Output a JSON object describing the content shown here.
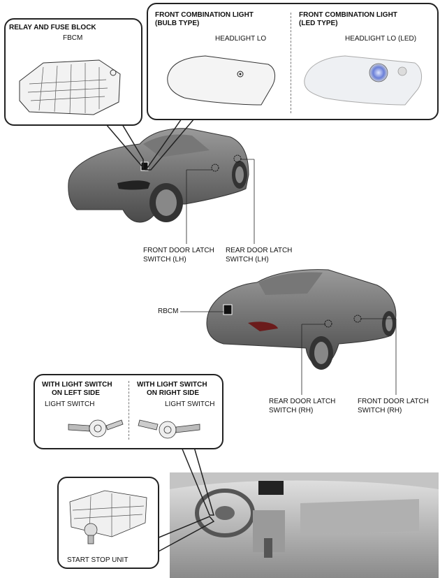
{
  "relay_box": {
    "title": "RELAY AND FUSE BLOCK",
    "fbcm": "FBCM"
  },
  "headlight_box": {
    "bulb_title_1": "FRONT COMBINATION LIGHT",
    "bulb_title_2": "(BULB TYPE)",
    "bulb_label": "HEADLIGHT LO",
    "led_title_1": "FRONT COMBINATION LIGHT",
    "led_title_2": "(LED TYPE)",
    "led_label": "HEADLIGHT LO (LED)"
  },
  "front_car": {
    "front_door_lh_1": "FRONT DOOR LATCH",
    "front_door_lh_2": "SWITCH (LH)",
    "rear_door_lh_1": "REAR DOOR LATCH",
    "rear_door_lh_2": "SWITCH (LH)"
  },
  "rear_car": {
    "rbcm": "RBCM",
    "rear_door_rh_1": "REAR DOOR LATCH",
    "rear_door_rh_2": "SWITCH (RH)",
    "front_door_rh_1": "FRONT DOOR LATCH",
    "front_door_rh_2": "SWITCH (RH)"
  },
  "switch_box": {
    "left_title_1": "WITH LIGHT SWITCH",
    "left_title_2": "ON LEFT SIDE",
    "left_label": "LIGHT SWITCH",
    "right_title_1": "WITH LIGHT SWITCH",
    "right_title_2": "ON RIGHT SIDE",
    "right_label": "LIGHT SWITCH"
  },
  "start_box": {
    "label": "START STOP UNIT"
  }
}
